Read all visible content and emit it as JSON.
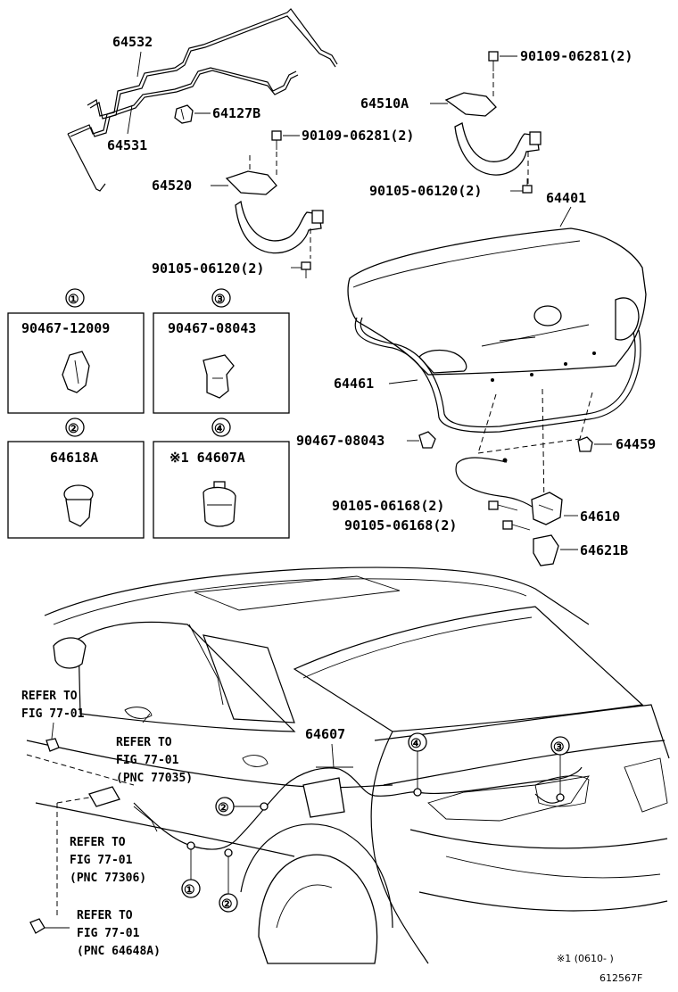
{
  "parts": {
    "p64532": "64532",
    "p64531": "64531",
    "p64127B": "64127B",
    "p90109_top": "90109-06281(2)",
    "p64510A": "64510A",
    "p90109_mid": "90109-06281(2)",
    "p64520": "64520",
    "p90105_right": "90105-06120(2)",
    "p64401": "64401",
    "p90105_left": "90105-06120(2)",
    "p64461": "64461",
    "p90467_08043": "90467-08043",
    "p64459": "64459",
    "p90105_06168_a": "90105-06168(2)",
    "p64610": "64610",
    "p90105_06168_b": "90105-06168(2)",
    "p64621B": "64621B",
    "p64607": "64607"
  },
  "detail_boxes": [
    {
      "marker": "①",
      "part": "90467-12009"
    },
    {
      "marker": "③",
      "part": "90467-08043"
    },
    {
      "marker": "②",
      "part": "64618A"
    },
    {
      "marker": "④",
      "part": "※1 64607A"
    }
  ],
  "callouts": {
    "c1": "①",
    "c2_left": "②",
    "c2_bottom": "②",
    "c3": "③",
    "c4": "④"
  },
  "refs": {
    "r1_line1": "REFER TO",
    "r1_line2": "FIG 77-01",
    "r2_line1": "REFER TO",
    "r2_line2": "FIG 77-01",
    "r2_line3": "(PNC 77035)",
    "r3_line1": "REFER TO",
    "r3_line2": "FIG 77-01",
    "r3_line3": "(PNC 77306)",
    "r4_line1": "REFER TO",
    "r4_line2": "FIG 77-01",
    "r4_line3": "(PNC 64648A)"
  },
  "footer": {
    "note": "※1 (0610-    )",
    "figure_id": "612567F"
  }
}
